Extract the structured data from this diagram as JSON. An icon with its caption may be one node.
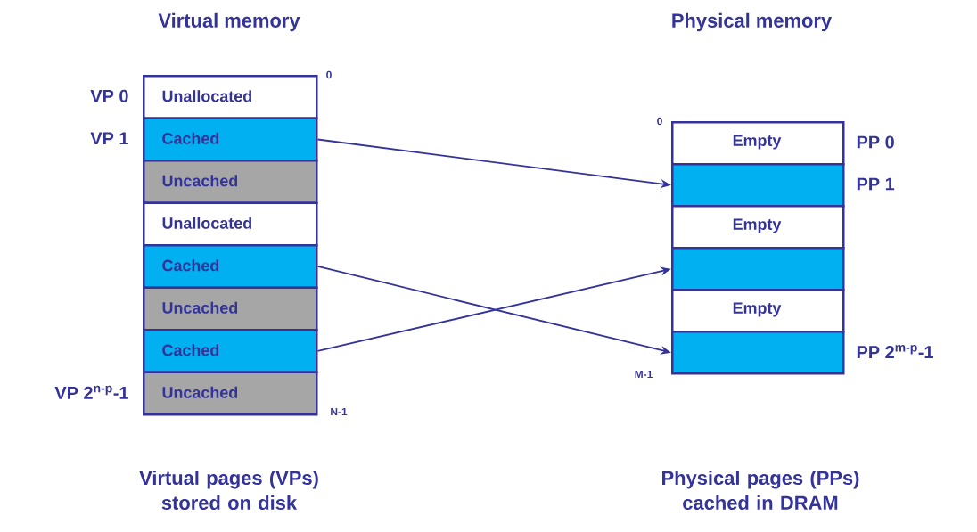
{
  "diagram": {
    "nodes": [
      {
        "text": [
          "Unallocated"
        ],
        "beside": [
          "VP 0"
        ]
      },
      {
        "text": [
          "Cached"
        ],
        "beside": [
          "VP 1"
        ]
      },
      {
        "text": [
          "Uncached"
        ]
      },
      {
        "text": [
          "Unallocated"
        ]
      },
      {
        "text": [
          "Cached"
        ]
      },
      {
        "text": [
          "Uncached"
        ]
      },
      {
        "text": [
          "Cached"
        ]
      },
      {
        "text": [
          "Uncached"
        ],
        "beside": [
          "VP 2$^{n-p}$-1"
        ]
      },
      {
        "text": [
          "Empty"
        ],
        "beside": [
          "PP 0"
        ]
      },
      {
        "text": [],
        "shape": "box",
        "beside": [
          "PP 1"
        ]
      },
      {
        "text": [
          "Empty"
        ]
      },
      {
        "text": [],
        "shape": "box"
      },
      {
        "text": [
          "Empty"
        ]
      },
      {
        "text": [],
        "shape": "box",
        "beside": [
          "PP 2$^{m-p}$-1"
        ]
      }
    ],
    "edges": [
      {
        "from": 1,
        "to": 9,
        "arrow": "to"
      },
      {
        "from": 4,
        "to": 13,
        "arrow": "to"
      },
      {
        "from": 6,
        "to": 11,
        "arrow": "to"
      }
    ],
    "labels": [
      "Virtual memory",
      "Physical memory",
      "0",
      "0",
      "N-1",
      "M-1",
      "Virtual pages (VPs) stored on disk",
      "Physical pages (PPs) cached in DRAM"
    ]
  }
}
